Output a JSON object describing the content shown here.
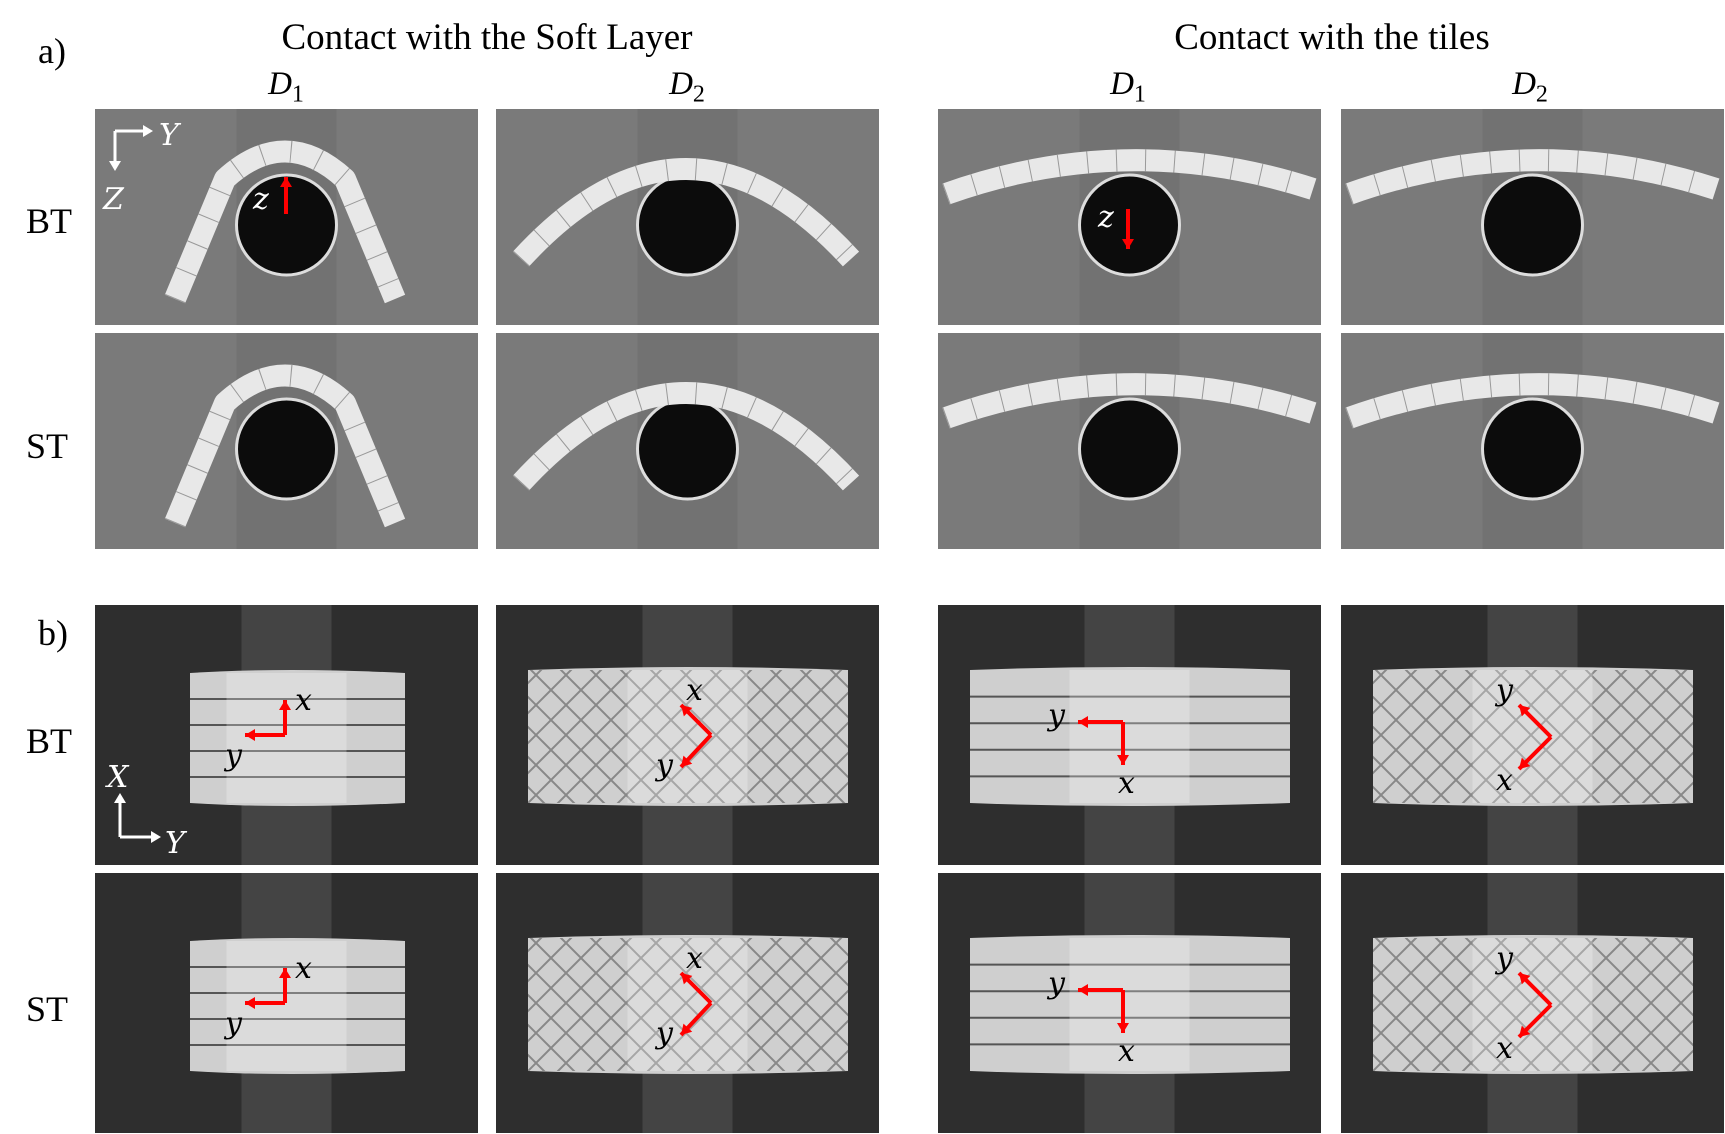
{
  "figure": {
    "part_a_label": "a)",
    "part_b_label": "b)",
    "group_headers": [
      "Contact with the Soft Layer",
      "Contact with the tiles"
    ],
    "column_labels": [
      {
        "main": "D",
        "sub": "1"
      },
      {
        "main": "D",
        "sub": "2"
      },
      {
        "main": "D",
        "sub": "1"
      },
      {
        "main": "D",
        "sub": "2"
      }
    ],
    "row_labels": {
      "a": [
        "BT",
        "ST"
      ],
      "b": [
        "BT",
        "ST"
      ]
    },
    "global_axes_a": {
      "horizontal": "Y",
      "vertical": "Z"
    },
    "global_axes_b": {
      "horizontal": "Y",
      "vertical": "X"
    },
    "local_axis_labels": {
      "z": "z",
      "x": "x",
      "y": "y"
    },
    "colors": {
      "local_axis_arrow": "#ff0000",
      "side_view_background": "#7a7a7a",
      "top_view_background": "#2e2e2e",
      "sample": "#e8e8e8"
    }
  }
}
